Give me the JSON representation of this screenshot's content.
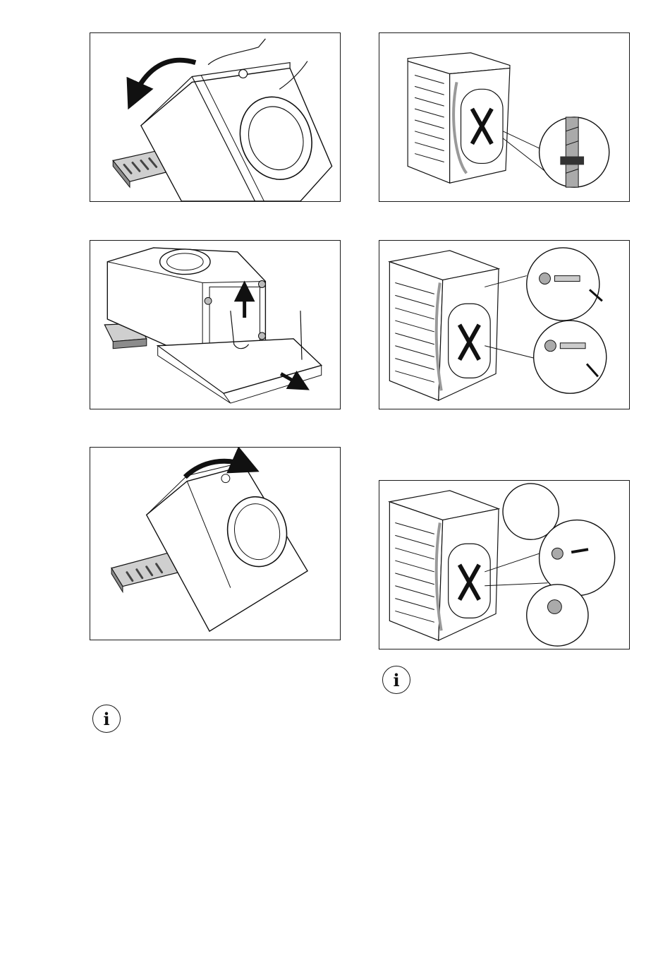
{
  "document": {
    "panels": [
      {
        "id": "tilt-back",
        "figure": "washer-tilted-back-with-polystyrene-base"
      },
      {
        "id": "remove-base",
        "figure": "washer-on-side-removing-bottom-packaging"
      },
      {
        "id": "tilt-upright",
        "figure": "washer-returned-upright"
      },
      {
        "id": "rear-hose-clamp",
        "figure": "rear-view-removing-hose-clamp"
      },
      {
        "id": "rear-transit-bolts",
        "figure": "rear-view-removing-transit-bolts-with-spanner"
      },
      {
        "id": "rear-insert-caps",
        "figure": "rear-view-inserting-plastic-caps"
      }
    ],
    "notes": [
      {
        "id": "info-left",
        "icon": "info-icon",
        "glyph": "i"
      },
      {
        "id": "info-right",
        "icon": "info-icon",
        "glyph": "i"
      }
    ]
  }
}
